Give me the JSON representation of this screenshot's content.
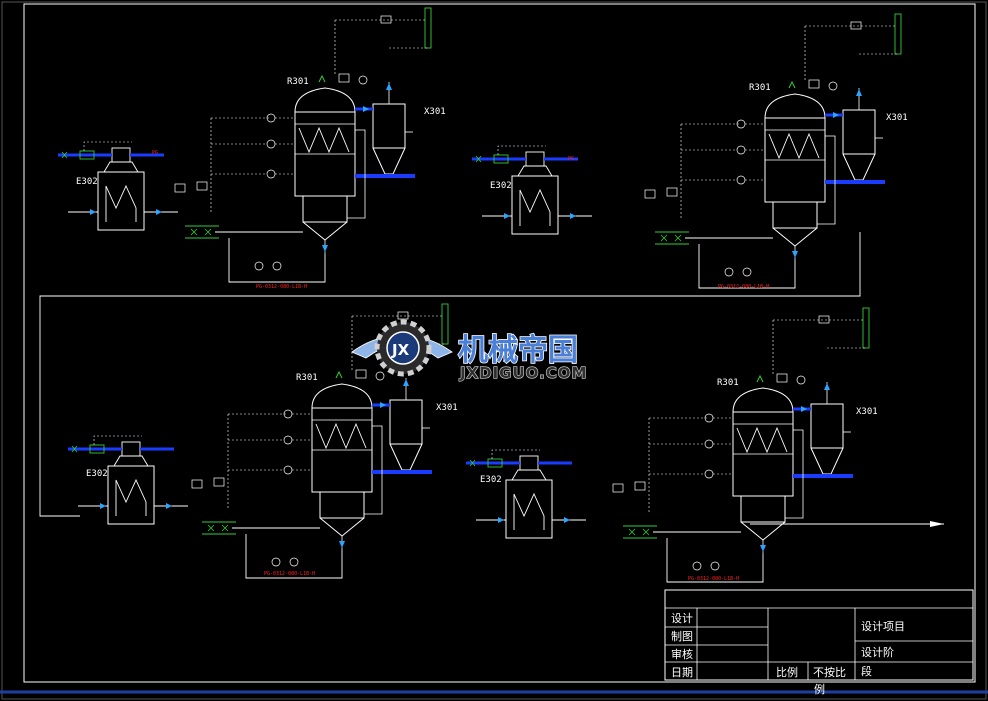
{
  "diagram": {
    "units": [
      {
        "reactor": "R301",
        "separator": "X301",
        "heater": "E302",
        "line_no": "PG-0312-080-L1B-H"
      },
      {
        "reactor": "R301",
        "separator": "X301",
        "heater": "E302",
        "line_no": "PG-0312-080-L1B-H"
      },
      {
        "reactor": "R301",
        "separator": "X301",
        "heater": "E302",
        "line_no": "PG-0312-080-L1B-H"
      },
      {
        "reactor": "R301",
        "separator": "X301",
        "heater": "E302",
        "line_no": "PG-0312-080-L1B-H"
      }
    ],
    "heater_tags": [
      "PG",
      "PG"
    ]
  },
  "watermark": {
    "brand_cn": "机械帝国",
    "brand_url": "JXDIGUO.COM",
    "logo_letters": "JX"
  },
  "title_block": {
    "design": "设计",
    "drawing": "制图",
    "review": "审核",
    "date": "日期",
    "scale": "比例",
    "not_to_scale": "不按比",
    "not_to_scale_2": "例",
    "project": "设计项目",
    "stage": "设计阶",
    "stage_2": "段"
  },
  "colors": {
    "background": "#000000",
    "line": "#ffffff",
    "process_pipe": "#1a3cff",
    "flow_arrow": "#2aa4ff",
    "valve": "#33cc33",
    "tag_text": "#ff2020"
  }
}
